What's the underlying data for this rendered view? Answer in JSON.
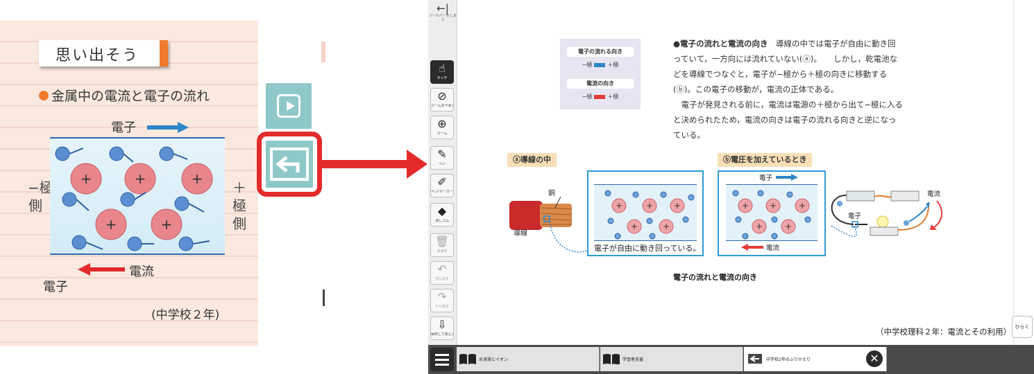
{
  "textbook": {
    "remember_label": "思い出そう",
    "topic": "金属中の電流と電子の流れ",
    "electron_label": "電子",
    "current_label": "電流",
    "electron_label_bottom": "電子",
    "minus_side": "−極側",
    "plus_side": "＋極側",
    "grade_note": "(中学校２年)"
  },
  "thumbnails": {
    "play_icon": "play-icon",
    "return_icon": "return-icon"
  },
  "toolbar": {
    "collapse": "ツールバーをしまう",
    "touch": "タッチ",
    "zoom_stop": "ズームをやめる",
    "zoom": "ズーム",
    "pen": "ペン",
    "pen_marker": "ペン/マーカー",
    "eraser": "消しゴム",
    "delete_all": "全消去",
    "undo": "元に戻す",
    "redo": "やり直す",
    "save_close": "保存して閉じる"
  },
  "doc": {
    "legend": {
      "electron_title": "電子の流れる向き",
      "current_title": "電流の向き",
      "minus": "−極",
      "plus": "＋極"
    },
    "heading": "●電子の流れと電流の向き",
    "para1": "導線の中では電子が自由に動き回っていて，一方向には流れていない(ⓐ)。　　しかし，乾電池などを導線でつなぐと，電子が−極から＋極の向きに移動する(ⓑ)。この電子の移動が，電流の正体である。",
    "para2": "電子が発見される前に，電流は電源の＋極から出て−極に入ると決められたため，電流の向きは電子の流れる向きと逆になっている。",
    "tag_a": "ⓐ導線の中",
    "tag_b": "ⓑ電圧を加えているとき",
    "copper": "銅",
    "wire": "導線",
    "electron": "電子",
    "current": "電流",
    "electron_circuit": "電子",
    "current_circuit": "電流",
    "caption_a": "電子が自由に動き回っている。",
    "figure_caption": "電子の流れと電流の向き",
    "source": "（中学校理科２年：電流とその利用）",
    "open_button": "ひらく"
  },
  "tabs": [
    {
      "label": "水溶液とイオン"
    },
    {
      "label": "学習者支援"
    },
    {
      "label": "中学校2年のふりかえり"
    }
  ],
  "colors": {
    "accent_red": "#e42b2b",
    "teal": "#8fc8c9",
    "electron_blue": "#2e86c8",
    "ion_pink": "#e8868c",
    "tag_beige": "#f8dfb5"
  }
}
